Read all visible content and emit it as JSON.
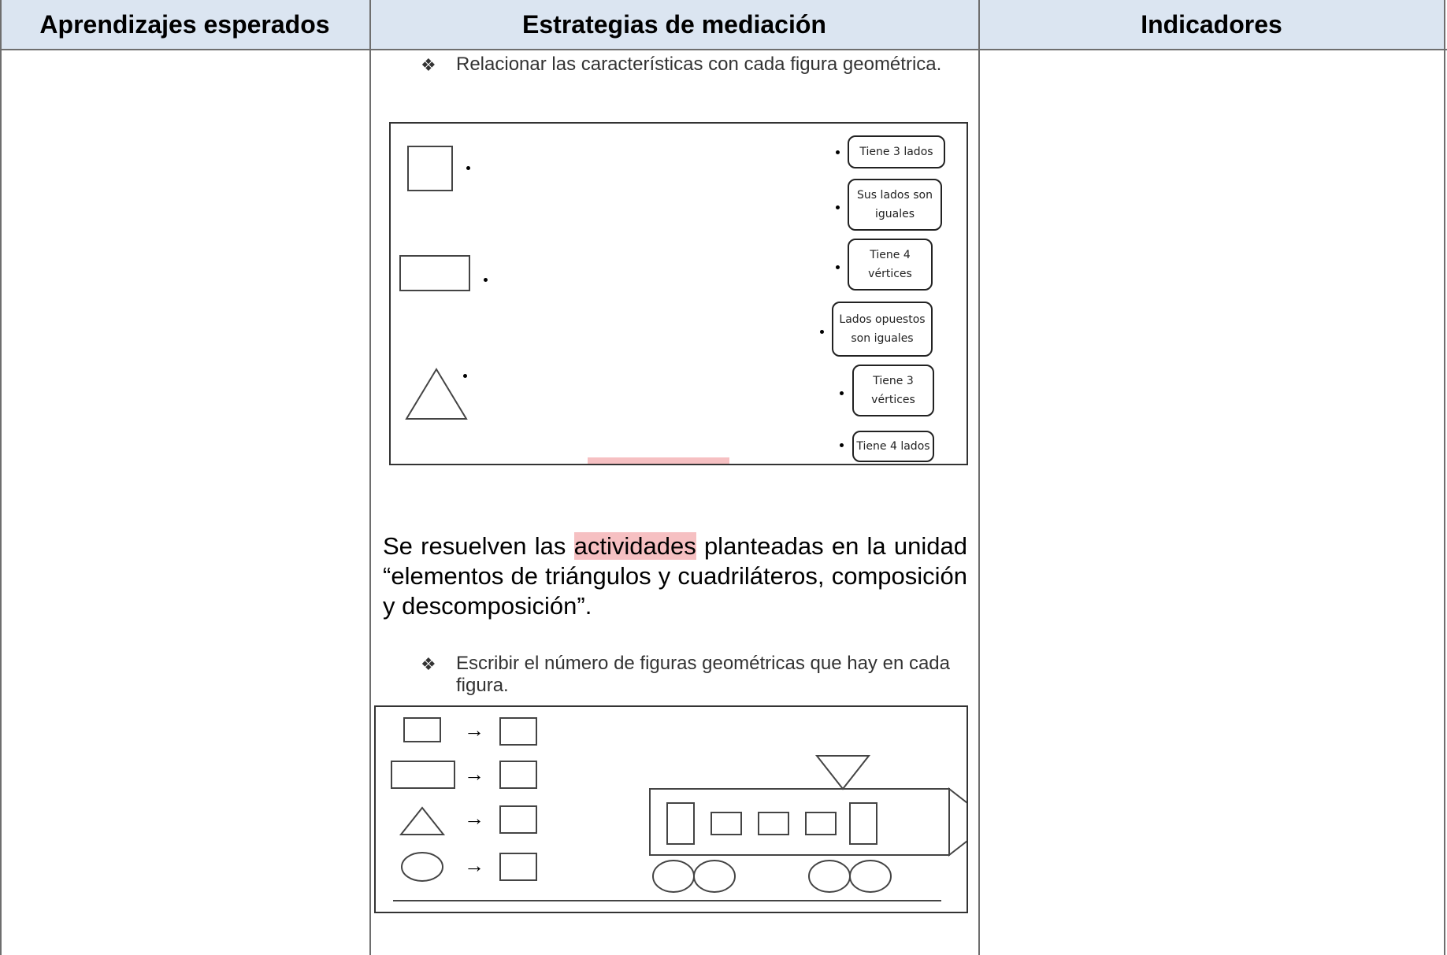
{
  "table": {
    "headers": [
      "Aprendizajes esperados",
      "Estrategias de mediación",
      "Indicadores"
    ],
    "header_bg": "#dbe5f1"
  },
  "strategies": {
    "bullet_symbol": "❖",
    "bullet1": "Relacionar las características con cada figura geométrica.",
    "matching_labels": [
      "Tiene 3 lados",
      "Sus lados son iguales",
      "Tiene 4 vértices",
      "Lados opuestos son iguales",
      "Tiene 3 vértices",
      "Tiene 4 lados"
    ],
    "paragraph": {
      "before": "Se resuelven las ",
      "highlight": "actividades",
      "after": " planteadas en la unidad “elementos de triángulos y cuadriláteros, composición y descomposición”."
    },
    "highlight_color": "#f6c0c2",
    "bullet2": "Escribir el número de figuras geométricas que hay en cada figura.",
    "arrow": "→"
  }
}
